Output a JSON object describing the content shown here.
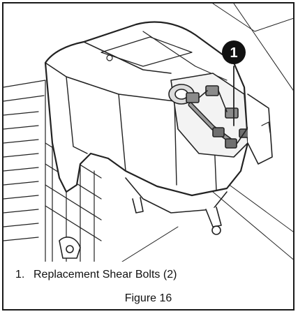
{
  "figure": {
    "callout_number": "1",
    "caption_items": [
      {
        "number": "1.",
        "text": "Replacement Shear Bolts (2)"
      }
    ],
    "label": "Figure 16"
  }
}
